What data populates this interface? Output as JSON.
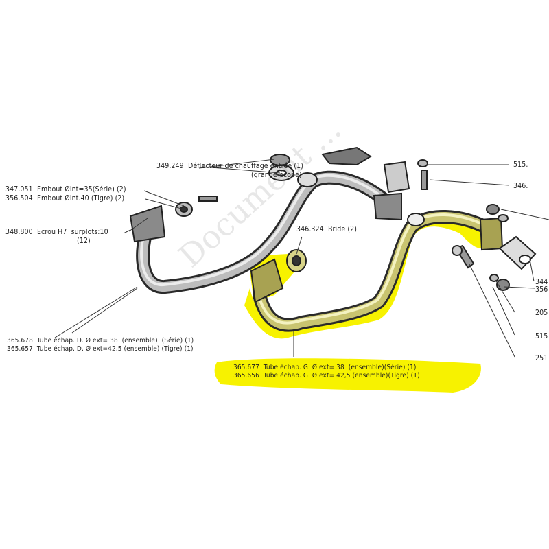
{
  "colors": {
    "highlight": "#f7f200",
    "ink": "#1f1f1f",
    "pipe": "#6a6a6a"
  },
  "watermark": "Document ...",
  "labels": {
    "l349249": {
      "ref": "349.249",
      "text": "Déflecteur de chauffage entrée (1)",
      "line2": "(grande écope)"
    },
    "l347051": {
      "ref": "347.051",
      "text": "Embout Øint=35(Série) (2)"
    },
    "l356504": {
      "ref": "356.504",
      "text": "Embout Øint.40 (Tigre) (2)"
    },
    "l348800": {
      "ref": "348.800",
      "text": "Ecrou H7  surplots:10",
      "line2": "(12)"
    },
    "l346324": {
      "ref": "346.324",
      "text": "Bride (2)"
    },
    "l365678": {
      "ref": "365.678",
      "text": "Tube échap. D. Ø ext= 38  (ensemble)  (Série) (1)"
    },
    "l365657": {
      "ref": "365.657",
      "text": "Tube échap. D. Ø ext=42,5 (ensemble) (Tigre) (1)"
    },
    "l365677": {
      "ref": "365.677",
      "text": "Tube échap. G. Ø ext= 38  (ensemble)(Série) (1)"
    },
    "l365656": {
      "ref": "365.656",
      "text": "Tube échap. G. Ø ext= 42,5 (ensemble)(Tigre) (1)"
    },
    "r515a": {
      "ref": "515."
    },
    "r346": {
      "ref": "346."
    },
    "r344": {
      "ref": "344"
    },
    "r356": {
      "ref": "356"
    },
    "r205": {
      "ref": "205"
    },
    "r515b": {
      "ref": "515"
    },
    "r251": {
      "ref": "251"
    }
  }
}
